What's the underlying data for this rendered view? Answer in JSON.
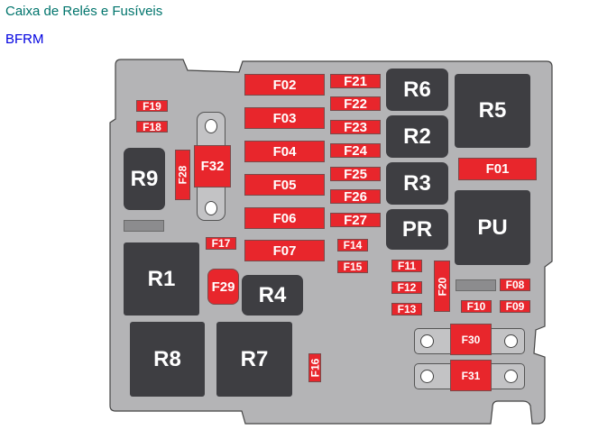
{
  "header": {
    "title": "Caixa de Relés e Fusíveis",
    "subtitle": "BFRM"
  },
  "relays": {
    "R1": "R1",
    "R2": "R2",
    "R3": "R3",
    "R4": "R4",
    "R5": "R5",
    "R6": "R6",
    "R7": "R7",
    "R8": "R8",
    "R9": "R9",
    "PR": "PR",
    "PU": "PU"
  },
  "fuses": {
    "F01": "F01",
    "F02": "F02",
    "F03": "F03",
    "F04": "F04",
    "F05": "F05",
    "F06": "F06",
    "F07": "F07",
    "F08": "F08",
    "F09": "F09",
    "F10": "F10",
    "F11": "F11",
    "F12": "F12",
    "F13": "F13",
    "F14": "F14",
    "F15": "F15",
    "F16": "F16",
    "F17": "F17",
    "F18": "F18",
    "F19": "F19",
    "F20": "F20",
    "F21": "F21",
    "F22": "F22",
    "F23": "F23",
    "F24": "F24",
    "F25": "F25",
    "F26": "F26",
    "F27": "F27",
    "F28": "F28",
    "F29": "F29",
    "F30": "F30",
    "F31": "F31",
    "F32": "F32"
  },
  "colors": {
    "fuse": "#e8262c",
    "relay": "#3e3e42",
    "board": "#b4b4b6",
    "title": "#00746c",
    "subtitle": "#0000e0"
  }
}
